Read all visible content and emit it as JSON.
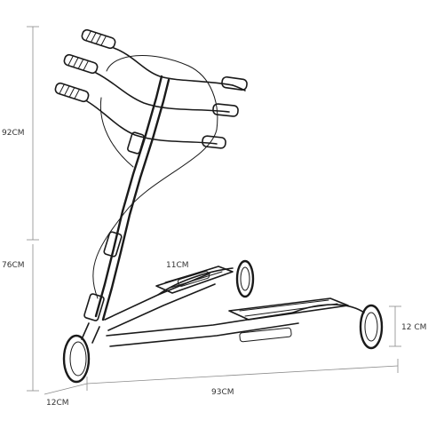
{
  "dimensions": {
    "max_height": "92CM",
    "min_height": "76CM",
    "rear_width": "11CM",
    "wheel_height": "12 CM",
    "front_width": "12CM",
    "length": "93CM"
  },
  "colors": {
    "line": "#1a1a1a",
    "dimension_line": "#8a8a8a",
    "label": "#333333"
  }
}
